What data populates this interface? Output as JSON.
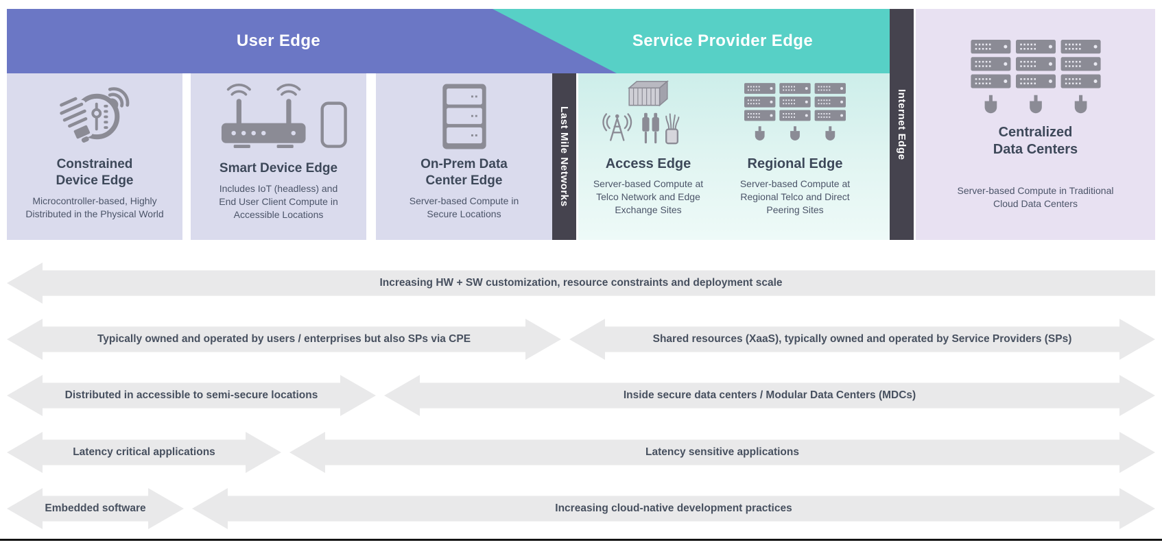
{
  "header": {
    "user_edge": "User Edge",
    "service_provider_edge": "Service Provider Edge"
  },
  "rails": {
    "last_mile": "Last Mile Networks",
    "internet_edge": "Internet Edge"
  },
  "panels": {
    "constrained": {
      "title1": "Constrained",
      "title2": "Device Edge",
      "subtitle": "Microcontroller-based, Highly Distributed in the Physical World"
    },
    "smart": {
      "title": "Smart Device Edge",
      "subtitle": "Includes IoT (headless) and End User Client Compute in Accessible Locations"
    },
    "onprem": {
      "title1": "On-Prem Data",
      "title2": "Center Edge",
      "subtitle": "Server-based Compute in Secure Locations"
    },
    "access": {
      "title": "Access Edge",
      "subtitle": "Server-based Compute at Telco Network and Edge Exchange Sites"
    },
    "regional": {
      "title": "Regional Edge",
      "subtitle": "Server-based Compute at Regional Telco and Direct Peering Sites"
    },
    "centralized": {
      "title1": "Centralized",
      "title2": "Data Centers",
      "subtitle": "Server-based Compute in Traditional Cloud Data Centers"
    }
  },
  "arrows": {
    "customization": {
      "full": "Increasing HW + SW customization, resource constraints and deployment scale"
    },
    "ownership": {
      "left": "Typically owned and operated by users / enterprises but also SPs via CPE",
      "right": "Shared resources (XaaS), typically owned and operated by Service Providers (SPs)"
    },
    "locations": {
      "left": "Distributed in accessible to semi-secure locations",
      "right": "Inside secure data centers / Modular Data Centers (MDCs)"
    },
    "latency": {
      "left": "Latency critical applications",
      "right": "Latency sensitive applications"
    },
    "software": {
      "left": "Embedded software",
      "right": "Increasing cloud-native development practices"
    }
  },
  "colors": {
    "user_edge_purple": "#6b77c5",
    "service_provider_teal": "#57d0c6",
    "rail_dark": "#45434e",
    "user_panel_lavender": "#dadbed",
    "sp_panel_teal_light": "#d8f1ee",
    "centralized_lavender": "#e8e1f2",
    "arrow_gray": "#e9e9ea",
    "text_dark": "#3d4859",
    "icon_gray": "#8b8b95"
  }
}
